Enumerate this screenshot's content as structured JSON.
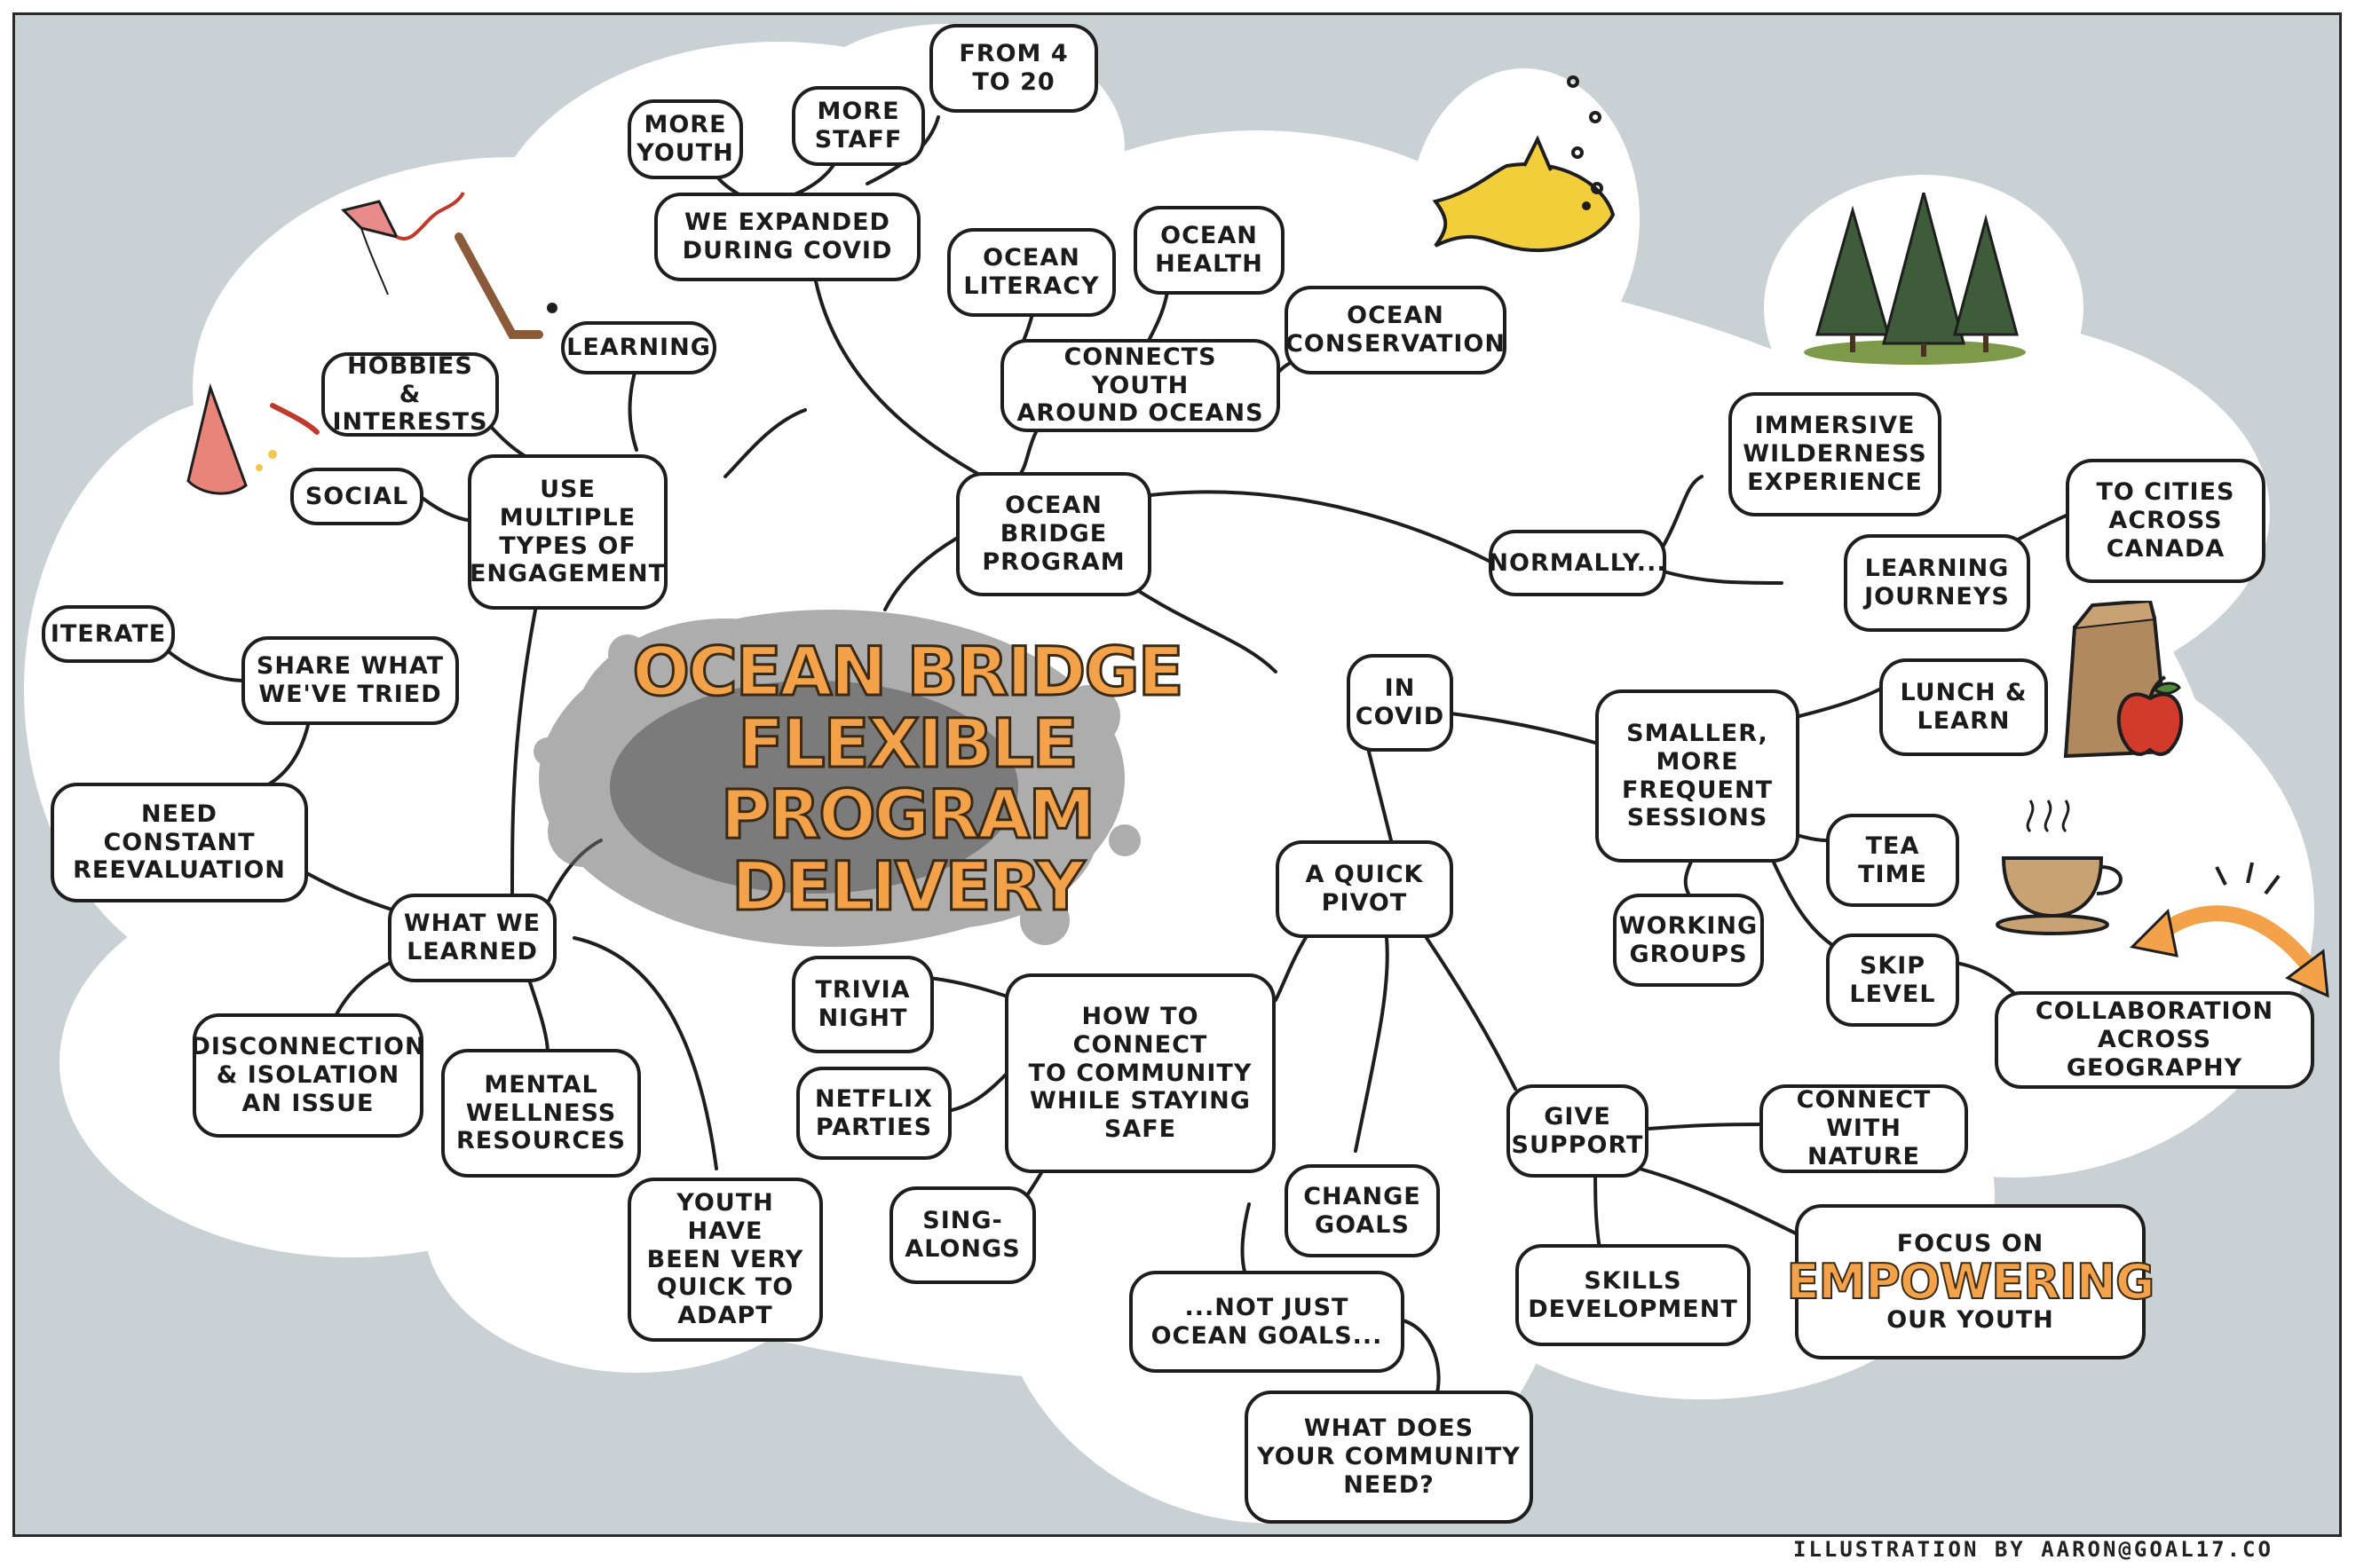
{
  "title": "OCEAN BRIDGE\nFLEXIBLE PROGRAM\nDELIVERY",
  "credit": "ILLUSTRATION BY AARON@GOAL17.CO",
  "colors": {
    "accent": "#f3a24a",
    "background": "#c9d1d4",
    "ink": "#1e1e1e",
    "fish": "#f2cf3a",
    "trees": "#3f5c3a"
  },
  "nodes": {
    "from_4_to_20": "FROM 4\nTO 20",
    "more_youth": "MORE\nYOUTH",
    "more_staff": "MORE\nSTAFF",
    "we_expanded": "WE EXPANDED\nDURING COVID",
    "learning": "LEARNING",
    "hobbies": "HOBBIES\n& INTERESTS",
    "social": "SOCIAL",
    "use_multiple": "USE\nMULTIPLE\nTYPES OF\nENGAGEMENT",
    "iterate": "ITERATE",
    "share_tried": "SHARE WHAT\nWE'VE TRIED",
    "need_reeval": "NEED\nCONSTANT\nREEVALUATION",
    "what_learned": "WHAT WE\nLEARNED",
    "disconnection": "DISCONNECTION\n& ISOLATION\nAN ISSUE",
    "mental_wellness": "MENTAL\nWELLNESS\nRESOURCES",
    "youth_adapt": "YOUTH HAVE\nBEEN VERY\nQUICK TO\nADAPT",
    "ocean_literacy": "OCEAN\nLITERACY",
    "ocean_health": "OCEAN\nHEALTH",
    "ocean_conservation": "OCEAN\nCONSERVATION",
    "connects_youth": "CONNECTS YOUTH\nAROUND OCEANS",
    "ocean_bridge_program": "OCEAN\nBRIDGE\nPROGRAM",
    "immersive": "IMMERSIVE\nWILDERNESS\nEXPERIENCE",
    "normally": "NORMALLY...",
    "learning_journeys": "LEARNING\nJOURNEYS",
    "to_cities": "TO CITIES\nACROSS\nCANADA",
    "in_covid": "IN\nCOVID",
    "smaller_sessions": "SMALLER,\nMORE\nFREQUENT\nSESSIONS",
    "lunch_learn": "LUNCH &\nLEARN",
    "tea_time": "TEA\nTIME",
    "working_groups": "WORKING\nGROUPS",
    "skip_level": "SKIP\nLEVEL",
    "collab_geo": "COLLABORATION\nACROSS GEOGRAPHY",
    "quick_pivot": "A QUICK\nPIVOT",
    "trivia_night": "TRIVIA\nNIGHT",
    "how_connect": "HOW TO\nCONNECT\nTO COMMUNITY\nWHILE STAYING\nSAFE",
    "netflix": "NETFLIX\nPARTIES",
    "sing_alongs": "SING-\nALONGS",
    "give_support": "GIVE\nSUPPORT",
    "connect_nature": "CONNECT\nWITH NATURE",
    "change_goals": "CHANGE\nGOALS",
    "not_just": "...NOT JUST\nOCEAN GOALS...",
    "skills_dev": "SKILLS\nDEVELOPMENT",
    "focus_on": "FOCUS ON",
    "empowering": "EMPOWERING",
    "our_youth": "OUR YOUTH",
    "what_community": "WHAT DOES\nYOUR COMMUNITY\nNEED?"
  },
  "icons": [
    "hockey-stick-icon",
    "kite-icon",
    "party-hat-icon",
    "fish-icon",
    "bubbles-icon",
    "trees-icon",
    "lunch-bag-icon",
    "apple-icon",
    "teacup-icon",
    "double-arrow-icon",
    "ink-splatter-icon"
  ]
}
